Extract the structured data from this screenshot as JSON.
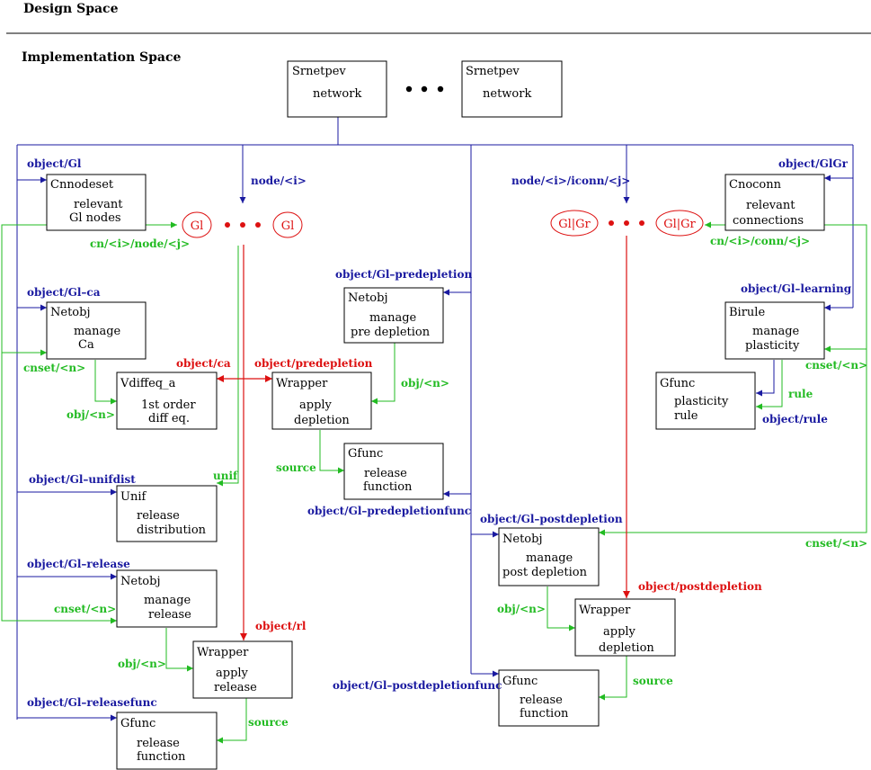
{
  "headings": {
    "design_space": "Design Space",
    "implementation_space": "Implementation Space"
  },
  "nodes": {
    "srnetpev1": {
      "title": "Srnetpev",
      "lines": [
        "network"
      ]
    },
    "srnetpev2": {
      "title": "Srnetpev",
      "lines": [
        "network"
      ]
    },
    "cnnodeset": {
      "title": "Cnnodeset",
      "lines": [
        "relevant",
        "Gl nodes"
      ]
    },
    "cnoconn": {
      "title": "Cnoconn",
      "lines": [
        "relevant",
        "connections"
      ]
    },
    "netobj_ca": {
      "title": "Netobj",
      "lines": [
        "manage",
        "Ca"
      ]
    },
    "netobj_pre": {
      "title": "Netobj",
      "lines": [
        "manage",
        "pre depletion"
      ]
    },
    "birule": {
      "title": "Birule",
      "lines": [
        "manage",
        "plasticity"
      ]
    },
    "vdiffeq": {
      "title": "Vdiffeq_a",
      "lines": [
        "1st order",
        "diff eq."
      ]
    },
    "wrapper_dep": {
      "title": "Wrapper",
      "lines": [
        "apply",
        "depletion"
      ]
    },
    "gfunc_rule": {
      "title": "Gfunc",
      "lines": [
        "plasticity",
        "rule"
      ]
    },
    "gfunc_release1": {
      "title": "Gfunc",
      "lines": [
        "release",
        "function"
      ]
    },
    "unif": {
      "title": "Unif",
      "lines": [
        "release",
        "distribution"
      ]
    },
    "netobj_post": {
      "title": "Netobj",
      "lines": [
        "manage",
        "post depletion"
      ]
    },
    "netobj_rel": {
      "title": "Netobj",
      "lines": [
        "manage",
        "release"
      ]
    },
    "wrapper_post": {
      "title": "Wrapper",
      "lines": [
        "apply",
        "depletion"
      ]
    },
    "wrapper_rel": {
      "title": "Wrapper",
      "lines": [
        "apply",
        "release"
      ]
    },
    "gfunc_post": {
      "title": "Gfunc",
      "lines": [
        "release",
        "function"
      ]
    },
    "gfunc_relfunc": {
      "title": "Gfunc",
      "lines": [
        "release",
        "function"
      ]
    }
  },
  "ellipses": {
    "gl_left": "Gl",
    "gl_right": "Gl",
    "glgr_left": "Gl|Gr",
    "glgr_right": "Gl|Gr"
  },
  "labels": {
    "object_gl": "object/Gl",
    "node_i": "node/<i>",
    "node_i_iconn_j": "node/<i>/iconn/<j>",
    "object_glgr": "object/GlGr",
    "cn_i_node_j": "cn/<i>/node/<j>",
    "cn_i_conn_j": "cn/<i>/conn/<j>",
    "object_gl_predepletion": "object/Gl–predepletion",
    "object_gl_ca": "object/Gl–ca",
    "object_gl_learning": "object/Gl–learning",
    "object_ca": "object/ca",
    "object_predepletion": "object/predepletion",
    "cnset_n_1": "cnset/<n>",
    "cnset_n_2": "cnset/<n>",
    "obj_n_1": "obj/<n>",
    "obj_n_2": "obj/<n>",
    "rule": "rule",
    "object_rule": "object/rule",
    "source_1": "source",
    "unif": "unif",
    "object_gl_unifdist": "object/Gl–unifdist",
    "object_gl_predepletionfunc": "object/Gl–predepletionfunc",
    "object_gl_postdepletion": "object/Gl–postdepletion",
    "object_gl_release": "object/Gl–release",
    "cnset_n_3": "cnset/<n>",
    "cnset_n_4": "cnset/<n>",
    "object_postdepletion": "object/postdepletion",
    "obj_n_3": "obj/<n>",
    "object_rl": "object/rl",
    "obj_n_4": "obj/<n>",
    "object_gl_postdepletionfunc": "object/Gl–postdepletionfunc",
    "source_2": "source",
    "object_gl_releasefunc": "object/Gl–releasefunc",
    "source_3": "source"
  },
  "colors": {
    "blue": "#1a1aa0",
    "green": "#22bb22",
    "red": "#dd1111",
    "black": "#000000"
  }
}
